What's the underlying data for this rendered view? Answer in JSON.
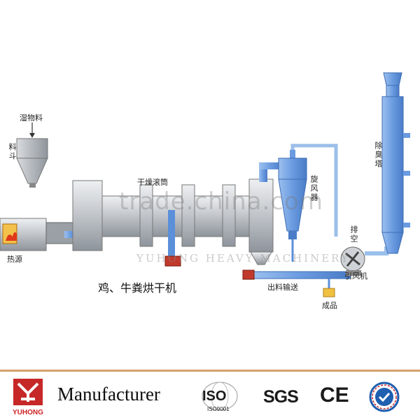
{
  "diagram": {
    "title": "鸡、牛粪烘干机",
    "labels": {
      "wet_material": "湿物料",
      "hopper": "料斗",
      "heat_source": "热源",
      "drum": "干燥滚筒",
      "cyclone": "旋风器",
      "exhaust": "排空",
      "fan": "引风机",
      "deodorizer": "除臭塔",
      "discharge": "出料输送",
      "product": "成品"
    },
    "watermark": "trade.china.com",
    "watermark_sub": "YUHONG HEAVY MACHINERY",
    "colors": {
      "pipe_blue": "#5b8fd9",
      "tower_blue": "#6a9be0",
      "drum_gray": "#b9bec4",
      "accent_red": "#c0392b",
      "footer_line": "#d4a16a"
    }
  },
  "footer": {
    "manufacturer": "Manufacturer",
    "brand": "YUHONG",
    "cert_iso": "ISO",
    "cert_iso_sub": "ISO9001",
    "cert_sgs": "SGS",
    "cert_ce": "CE"
  }
}
